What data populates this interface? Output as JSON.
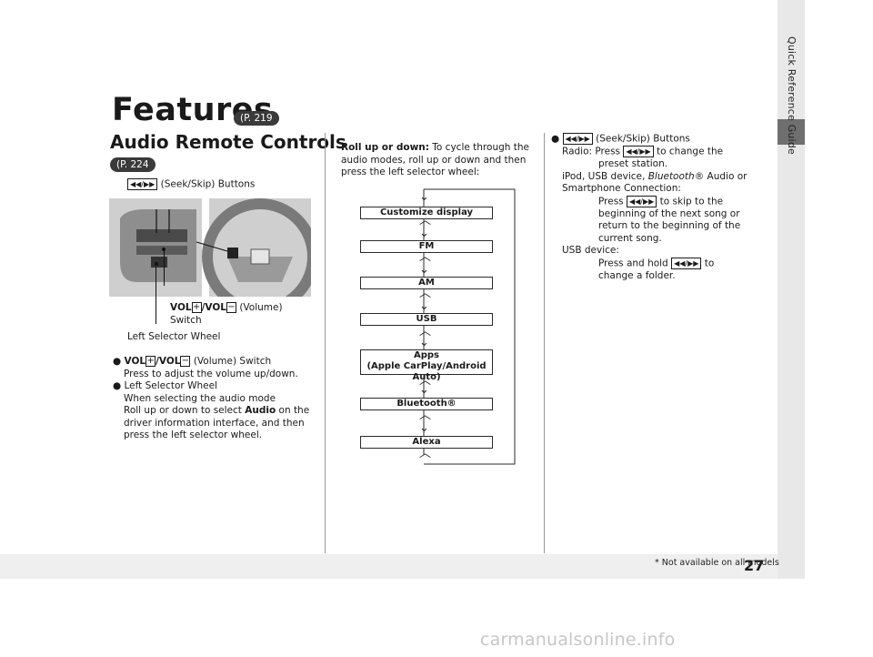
{
  "side_label": "Quick Reference Guide",
  "page_number": "27",
  "footnote": "* Not available on all models",
  "watermark": "carmanualsonline.info",
  "title": "Features",
  "title_ref": "(P. 219",
  "section_title": "Audio Remote Controls",
  "section_ref": "(P. 224",
  "figure": {
    "seek_label": "(Seek/Skip) Buttons",
    "vol_label_prefix": "VOL",
    "vol_label_mid": "/VOL",
    "vol_label_suffix": "(Volume)",
    "vol_label_line2": "Switch",
    "wheel_label": "Left Selector Wheel"
  },
  "left_bullets": [
    {
      "head_prefix": "VOL",
      "head_mid": "/VOL",
      "head_suffix": "(Volume) Switch",
      "body": "Press to adjust the volume up/down."
    },
    {
      "head": "Left Selector Wheel",
      "line1": "When selecting the audio mode",
      "line2_pre": "Roll up or down to select ",
      "line2_bold": "Audio",
      "line2_post": " on the",
      "line3": "driver information interface, and then",
      "line4": "press the left selector wheel."
    }
  ],
  "middle": {
    "lead_bold": "Roll up or down:",
    "lead_rest1": " To cycle through the",
    "lead_line2": "audio modes, roll up or down and then",
    "lead_line3": "press the left selector wheel:",
    "modes": [
      "Customize display",
      "FM",
      "AM",
      "USB",
      "Apps",
      "(Apple CarPlay/Android Auto)",
      "Bluetooth®",
      "Alexa"
    ]
  },
  "right": {
    "head": "(Seek/Skip) Buttons",
    "radio_label": "Radio:",
    "radio_pre": "Press",
    "radio_post": "to change the",
    "radio_line2": "preset station.",
    "ipod_pre": "iPod, USB device, ",
    "ipod_italic": "Bluetooth",
    "ipod_post": "® Audio or",
    "smartphone": "Smartphone Connection:",
    "skip_pre": "Press",
    "skip_post": "to skip to the",
    "skip_l2": "beginning of the next song or",
    "skip_l3": "return to the beginning of the",
    "skip_l4": "current song.",
    "usb_label": "USB device:",
    "hold_pre": "Press and hold",
    "hold_post": "to",
    "hold_l2": "change a folder."
  },
  "icons": {
    "seek": "◀◀/▶▶",
    "plus": "+",
    "minus": "−",
    "bullet": "●"
  }
}
